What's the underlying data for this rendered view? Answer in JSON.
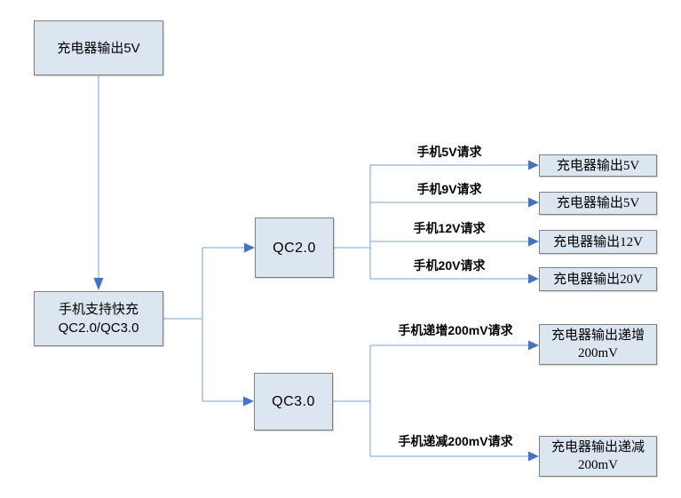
{
  "colors": {
    "line": "#95b3d7",
    "arrow": "#4573c4",
    "box_fill": "#dce6f1",
    "box_border": "#7f7f7f",
    "text": "#000000",
    "background": "#ffffff"
  },
  "nodes": {
    "charger_output_5v_start": {
      "label": "充电器输出5V"
    },
    "phone_supports_qc": {
      "line1": "手机支持快充",
      "line2": "QC2.0/QC3.0"
    },
    "qc20": {
      "label": "QC2.0"
    },
    "qc30": {
      "label": "QC3.0"
    },
    "output_for_5v_request": {
      "label": "充电器输出5V"
    },
    "output_for_9v_request": {
      "label": "充电器输出5V"
    },
    "output_for_12v_request": {
      "label": "充电器输出12V"
    },
    "output_for_20v_request": {
      "label": "充电器输出20V"
    },
    "output_step_up": {
      "line1": "充电器输出递增",
      "line2": "200mV"
    },
    "output_step_down": {
      "line1": "充电器输出递减",
      "line2": "200mV"
    }
  },
  "edge_labels": {
    "request_5v": "手机5V请求",
    "request_9v": "手机9V请求",
    "request_12v": "手机12V请求",
    "request_20v": "手机20V请求",
    "request_step_up": "手机递增200mV请求",
    "request_step_down": "手机递减200mV请求"
  }
}
